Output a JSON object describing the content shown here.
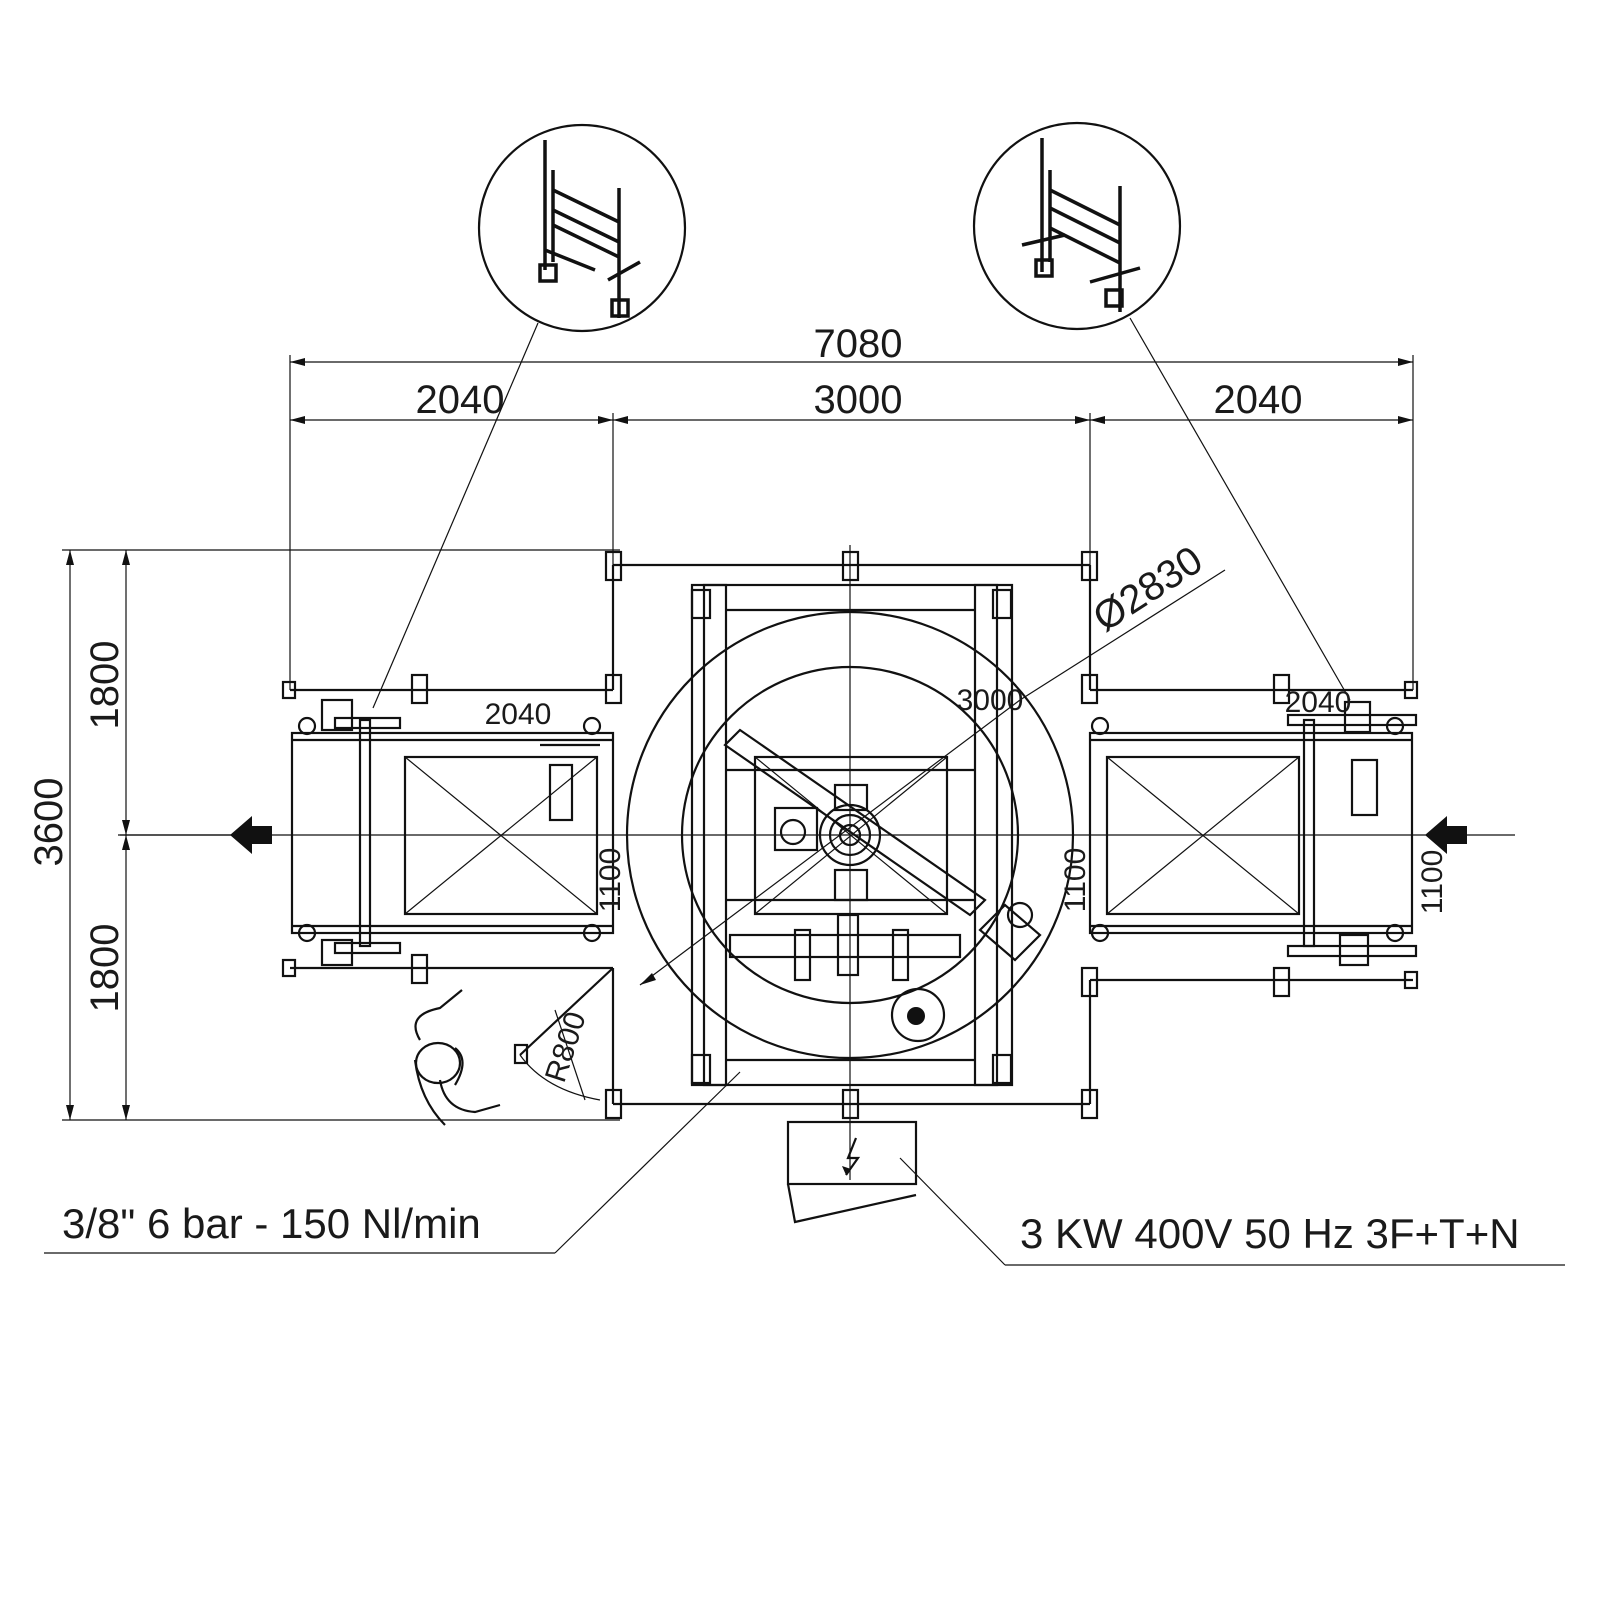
{
  "dimensions": {
    "overall_length": "7080",
    "left_conveyor": "2040",
    "turntable_span": "3000",
    "right_conveyor": "2040",
    "turntable_diameter": "Ø2830",
    "inner_width": "3000",
    "left_conveyor_inner": "2040",
    "right_conveyor_inner": "2040",
    "overall_width": "3600",
    "half_width_top": "1800",
    "half_width_bottom": "1800",
    "left_conveyor_width": "1100",
    "right_conveyor_width": "1100",
    "turntable_width": "1100",
    "door_radius": "R800"
  },
  "annotations": {
    "air_supply": "3/8\" 6 bar - 150 Nl/min",
    "power_supply": "3 KW 400V 50 Hz 3F+T+N"
  },
  "colors": {
    "line": "#111111",
    "background": "#ffffff"
  }
}
